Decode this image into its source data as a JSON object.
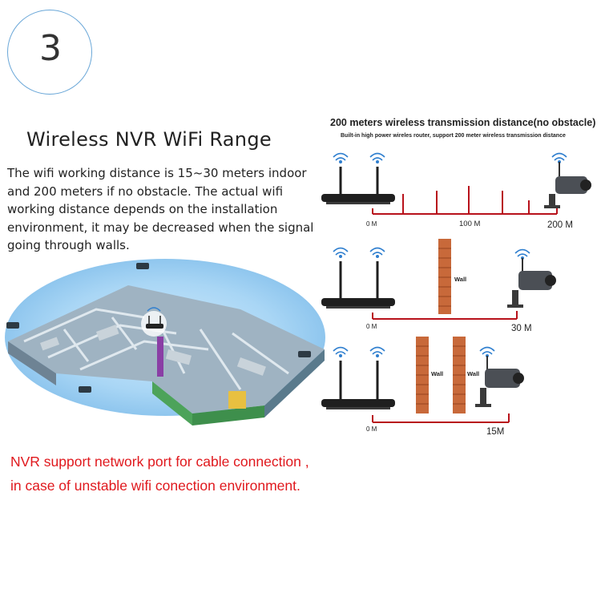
{
  "step": {
    "number": "3"
  },
  "heading": {
    "title": "Wireless NVR WiFi Range"
  },
  "description": [
    "The wifi working distance is 15~30 meters indoor",
    "and 200 meters if no obstacle. The actual wifi",
    "working distance depends on the installation",
    "environment, it may be decreased when the signal",
    "going through walls."
  ],
  "notes": {
    "line1": "NVR support network port for cable connection ,",
    "line2": "in case of unstable wifi conection environment."
  },
  "diagram": {
    "title": "200 meters wireless transmission distance(no obstacle)",
    "subtitle": "Built-in high power wireles router, support 200 meter wireless transmission distance",
    "panel1": {
      "start": "0 M",
      "mid": "100 M",
      "end": "200 M"
    },
    "panel2": {
      "start": "0 M",
      "wall": "Wall",
      "end": "30 M"
    },
    "panel3": {
      "start": "0 M",
      "wall1": "Wall",
      "wall2": "Wall",
      "end": "15M"
    }
  },
  "colors": {
    "accent_red": "#e0181d",
    "circle_border": "#6aa7d8",
    "wall_brick": "#c8693a",
    "distance_line": "#b8121b"
  },
  "icons": [
    "nvr-router-icon",
    "wifi-signal-icon",
    "ip-camera-icon",
    "brick-wall-icon",
    "house-floorplan-illustration"
  ]
}
